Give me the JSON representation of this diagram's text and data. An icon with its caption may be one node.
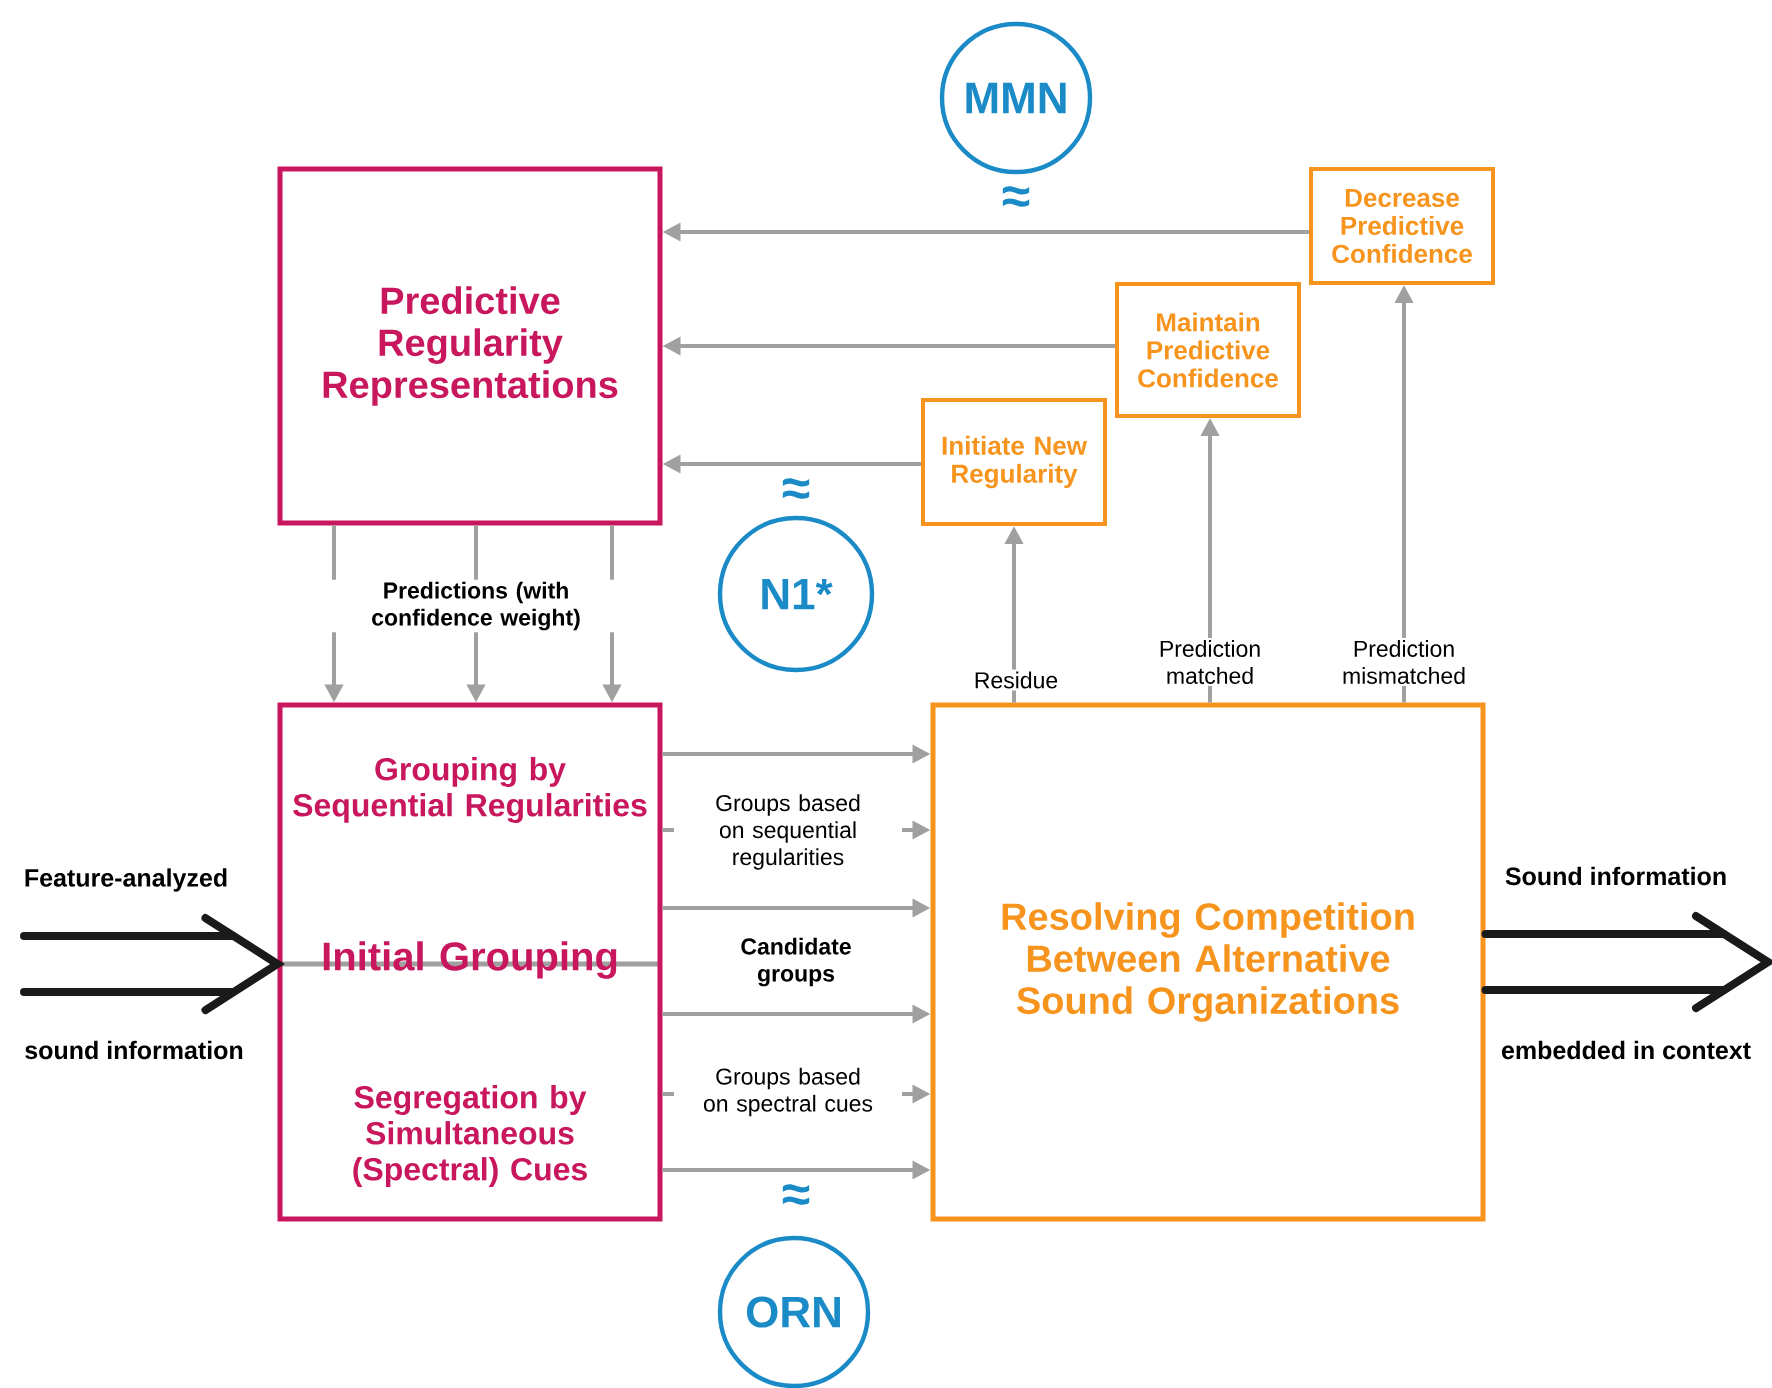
{
  "diagram": {
    "nodes": [
      {
        "text": [
          "Predictive Regularity Representations"
        ]
      },
      {
        "text": [
          "Grouping by Sequential Regularities",
          "Initial Grouping",
          "Segregation by Simultaneous (Spectral) Cues"
        ]
      },
      {
        "text": [
          "Resolving Competition Between Alternative Sound Organizations"
        ]
      },
      {
        "text": [
          "Initiate New Regularity"
        ]
      },
      {
        "text": [
          "Maintain Predictive Confidence"
        ]
      },
      {
        "text": [
          "Decrease Predictive Confidence"
        ]
      },
      {
        "text": [
          "MMN"
        ]
      },
      {
        "text": [
          "N1*"
        ]
      },
      {
        "text": [
          "ORN"
        ]
      }
    ],
    "edges": [
      {
        "from": 5,
        "to": 0,
        "arrow": "to"
      },
      {
        "from": 4,
        "to": 0,
        "arrow": "to"
      },
      {
        "from": 3,
        "to": 0,
        "arrow": "to"
      },
      {
        "from": 0,
        "to": 1,
        "arrow": "to"
      },
      {
        "from": 0,
        "to": 1,
        "arrow": "to",
        "label": "Predictions (with confidence weight)"
      },
      {
        "from": 0,
        "to": 1,
        "arrow": "to"
      },
      {
        "from": 2,
        "to": 3,
        "arrow": "to",
        "label": "Residue"
      },
      {
        "from": 2,
        "to": 4,
        "arrow": "to",
        "label": "Prediction matched"
      },
      {
        "from": 2,
        "to": 5,
        "arrow": "to",
        "label": "Prediction mismatched"
      },
      {
        "from": 1,
        "to": 2,
        "arrow": "to"
      },
      {
        "from": 1,
        "to": 2,
        "arrow": "to",
        "label": "Groups based on sequential regularities"
      },
      {
        "from": 1,
        "to": 2,
        "arrow": "to",
        "label": "Candidate groups"
      },
      {
        "from": 1,
        "to": 2,
        "arrow": "to"
      },
      {
        "from": 1,
        "to": 2,
        "arrow": "to",
        "label": "Groups based on spectral cues"
      },
      {
        "from": 1,
        "to": 2,
        "arrow": "to"
      },
      {
        "from": null,
        "to": 1,
        "arrow": "to",
        "style": "thick",
        "color": "#1a1a1a"
      },
      {
        "from": 2,
        "to": null,
        "arrow": "to",
        "style": "thick",
        "color": "#1a1a1a"
      }
    ],
    "labels": [
      "≈",
      "≈",
      "Feature-analyzed",
      "Sound information",
      "sound information",
      "embedded in context",
      "≈"
    ]
  }
}
